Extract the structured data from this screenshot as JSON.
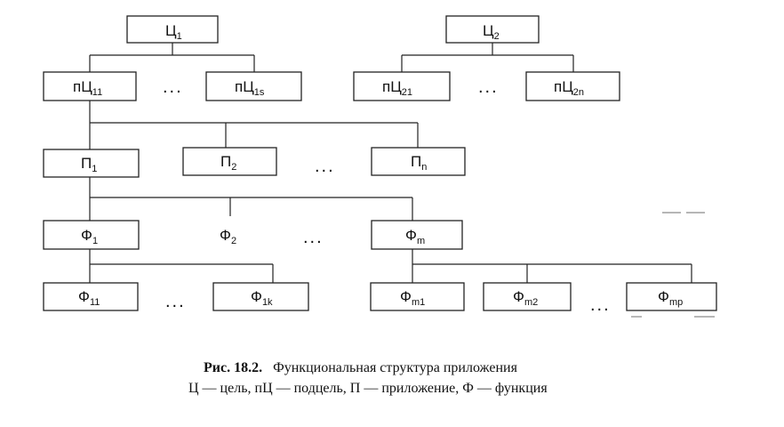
{
  "nodes": {
    "c1": {
      "main": "Ц",
      "sub": "1"
    },
    "c2": {
      "main": "Ц",
      "sub": "2"
    },
    "pc11": {
      "main": "пЦ",
      "sub": "11"
    },
    "pc1s": {
      "main": "пЦ",
      "sub": "1s"
    },
    "pc21": {
      "main": "пЦ",
      "sub": "21"
    },
    "pc2n": {
      "main": "пЦ",
      "sub": "2n"
    },
    "p1": {
      "main": "П",
      "sub": "1"
    },
    "p2": {
      "main": "П",
      "sub": "2"
    },
    "pn": {
      "main": "П",
      "sub": "n"
    },
    "f1": {
      "main": "Ф",
      "sub": "1"
    },
    "f2": {
      "main": "Ф",
      "sub": "2"
    },
    "fm": {
      "main": "Ф",
      "sub": "m"
    },
    "f11": {
      "main": "Ф",
      "sub": "11"
    },
    "f1k": {
      "main": "Ф",
      "sub": "1k"
    },
    "fm1": {
      "main": "Ф",
      "sub": "m1"
    },
    "fm2": {
      "main": "Ф",
      "sub": "m2"
    },
    "fmp": {
      "main": "Ф",
      "sub": "mp"
    }
  },
  "ellipsis": "...",
  "caption": {
    "figure": "Рис. 18.2.",
    "title": "Функциональная структура приложения",
    "legend": "Ц — цель, пЦ — подцель, П — приложение, Ф — функция"
  }
}
